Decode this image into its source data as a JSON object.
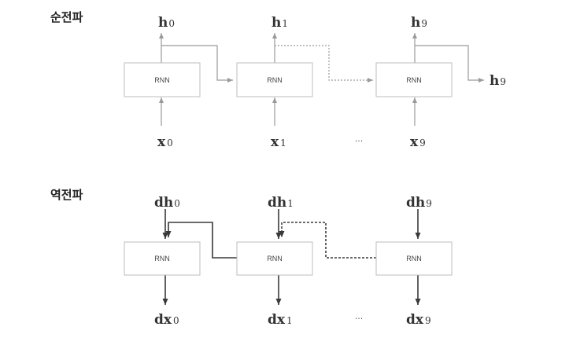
{
  "forward": {
    "label": "순전파",
    "cells": [
      {
        "box": "RNN",
        "out_main": "h",
        "out_sub": "0",
        "in_main": "x",
        "in_sub": "0"
      },
      {
        "box": "RNN",
        "out_main": "h",
        "out_sub": "1",
        "in_main": "x",
        "in_sub": "1"
      },
      {
        "box": "RNN",
        "out_main": "h",
        "out_sub": "9",
        "in_main": "x",
        "in_sub": "9"
      }
    ],
    "final_main": "h",
    "final_sub": "9",
    "ellipsis": "..."
  },
  "backward": {
    "label": "역전파",
    "cells": [
      {
        "box": "RNN",
        "top_main": "dh",
        "top_sub": "0",
        "bottom_main": "dx",
        "bottom_sub": "0"
      },
      {
        "box": "RNN",
        "top_main": "dh",
        "top_sub": "1",
        "bottom_main": "dx",
        "bottom_sub": "1"
      },
      {
        "box": "RNN",
        "top_main": "dh",
        "top_sub": "9",
        "bottom_main": "dx",
        "bottom_sub": "9"
      }
    ],
    "ellipsis": "..."
  }
}
